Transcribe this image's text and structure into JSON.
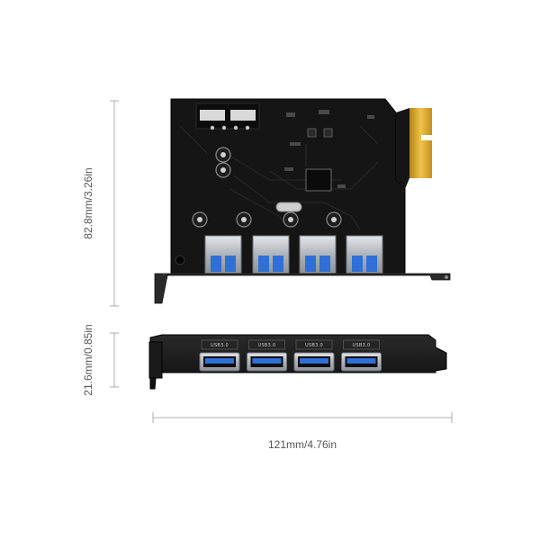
{
  "dimensions": {
    "height_top": "82.8mm/3.26in",
    "height_bottom": "21.6mm/0.85in",
    "width": "121mm/4.76in"
  },
  "bracket": {
    "port_label": "USB3.0",
    "port_count": 4
  },
  "colors": {
    "pcb": "#151515",
    "gold_contacts": "#d4a32c",
    "usb_blue": "#2f6fd6",
    "usb_metal": "#b8bdc3",
    "dimension_line": "#9a9a9a",
    "background": "#ffffff"
  }
}
